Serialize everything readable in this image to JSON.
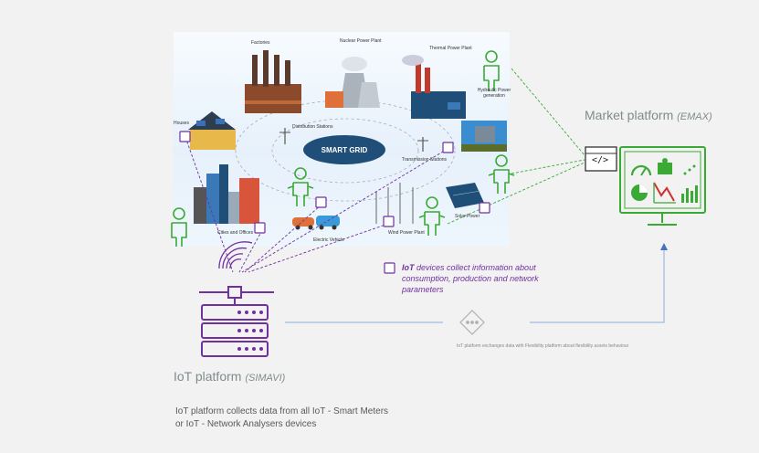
{
  "grid_labels": {
    "factories": "Factories",
    "nuclear": "Nuclear Power Plant",
    "thermal": "Thermal Power Plant",
    "hydro": "Hydraulic Power generation",
    "houses": "Houses",
    "distribution": "Distribution Stations",
    "transmission": "Transmission Stations",
    "smart_grid": "SMART GRID",
    "cities": "Cities and Offices",
    "electric": "Electric Vehicle",
    "wind": "Wind Power Plant",
    "solar": "Solar Power"
  },
  "market": {
    "title": "Market platform",
    "subtitle": "(EMAX)",
    "code_glyph": "</>"
  },
  "iot": {
    "title": "IoT platform",
    "subtitle": "(SIMAVI)",
    "description": "IoT platform collects data from all IoT - Smart Meters or IoT - Network Analysers devices"
  },
  "devices_note": {
    "bold": "IoT",
    "rest": " devices collect information about consumption, production and network parameters"
  },
  "exchange_note": "IoT platform exchanges data with Flexibility platform about flexibility assets behaviour",
  "colors": {
    "green": "#3aaa35",
    "purple": "#7030a0",
    "blue": "#4472c4",
    "navy": "#1f4e79"
  }
}
